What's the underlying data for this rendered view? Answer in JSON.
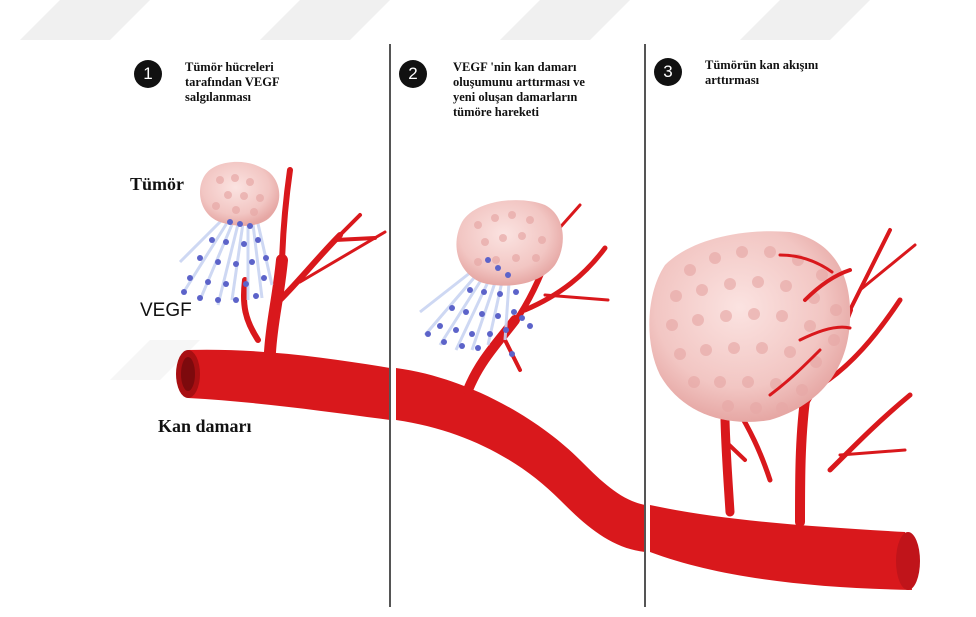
{
  "steps": [
    {
      "number": "1",
      "caption_lines": [
        "Tümör hücreleri",
        "tarafından VEGF",
        "salgılanması"
      ]
    },
    {
      "number": "2",
      "caption_lines": [
        "VEGF 'nin kan damarı",
        "oluşumunu arttırması ve",
        "yeni oluşan damarların",
        "tümöre hareketi"
      ]
    },
    {
      "number": "3",
      "caption_lines": [
        "Tümörün kan akışını",
        "arttırması"
      ]
    }
  ],
  "labels": {
    "tumor": "Tümör",
    "vegf": "VEGF",
    "vessel": "Kan damarı"
  },
  "colors": {
    "vessel": "#d9181c",
    "vessel_dark": "#a80f12",
    "tumor": "#f2c6c3",
    "tumor_cell": "#e7a8a6",
    "vegf": "#5c63c9",
    "watermark": "#eeeeee"
  }
}
